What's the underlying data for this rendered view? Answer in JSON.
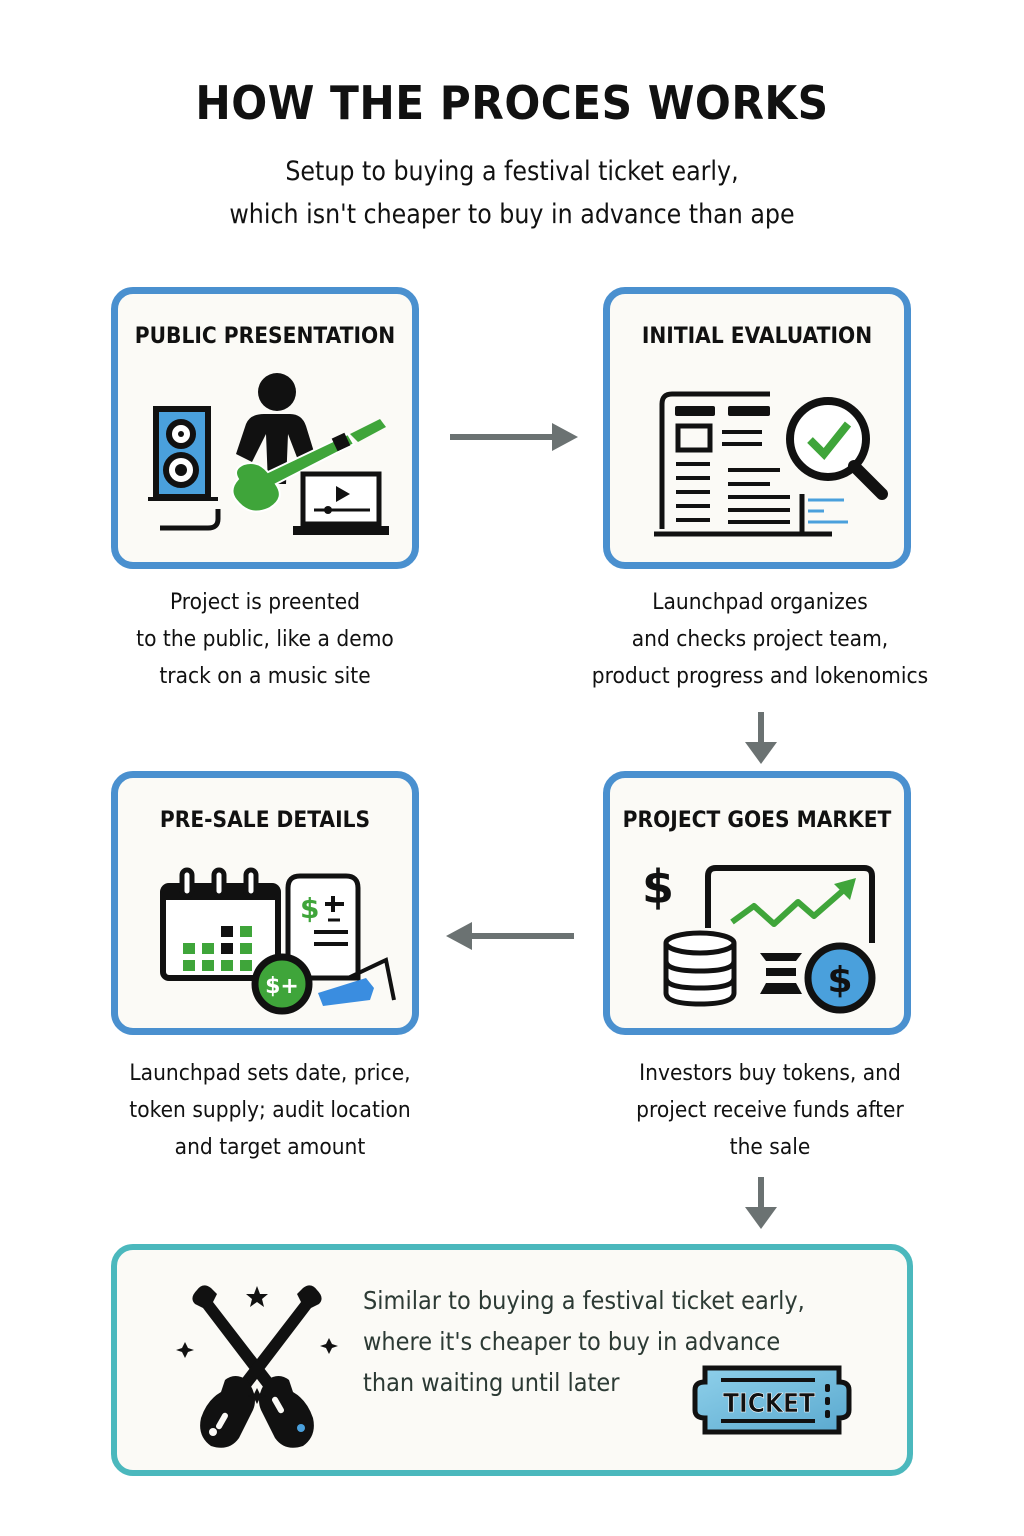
{
  "header": {
    "title": "HOW THE PROCES WORKS",
    "subtitle_lines": [
      "Setup to buying a festival ticket early,",
      "which isn't cheaper to buy in advance than ape"
    ]
  },
  "steps": [
    {
      "title": "PUBLIC PRESENTATION",
      "icon": "musician-performing-icon",
      "caption_lines": [
        "Project is preented",
        "to the public, like a demo",
        "track on a music site"
      ]
    },
    {
      "title": "INITIAL EVALUATION",
      "icon": "document-magnifier-check-icon",
      "caption_lines": [
        "Launchpad organizes",
        "and checks project team,",
        "product progress and lokenomics"
      ]
    },
    {
      "title": "PROJECT GOES MARKET",
      "icon": "market-growth-coins-icon",
      "caption_lines": [
        "Investors buy tokens, and",
        "project receive funds after",
        "the sale"
      ]
    },
    {
      "title": "PRE-SALE DETAILS",
      "icon": "calendar-pricing-icon",
      "caption_lines": [
        "Launchpad sets date, price,",
        "token supply; audit location",
        "and target amount"
      ]
    }
  ],
  "summary": {
    "lines": [
      "Similar to buying a festival ticket early,",
      "where it's cheaper to buy in advance",
      "than waiting until later"
    ],
    "ticket_label": "TICKET",
    "left_icon": "crossed-guitars-icon",
    "right_icon": "ticket-icon"
  },
  "colors": {
    "card_border": "#4a90cf",
    "summary_border": "#4bb8bd",
    "green": "#3fa53a",
    "blue": "#4aa0dc",
    "arrow": "#6b7272",
    "card_bg": "#fbfaf6"
  }
}
